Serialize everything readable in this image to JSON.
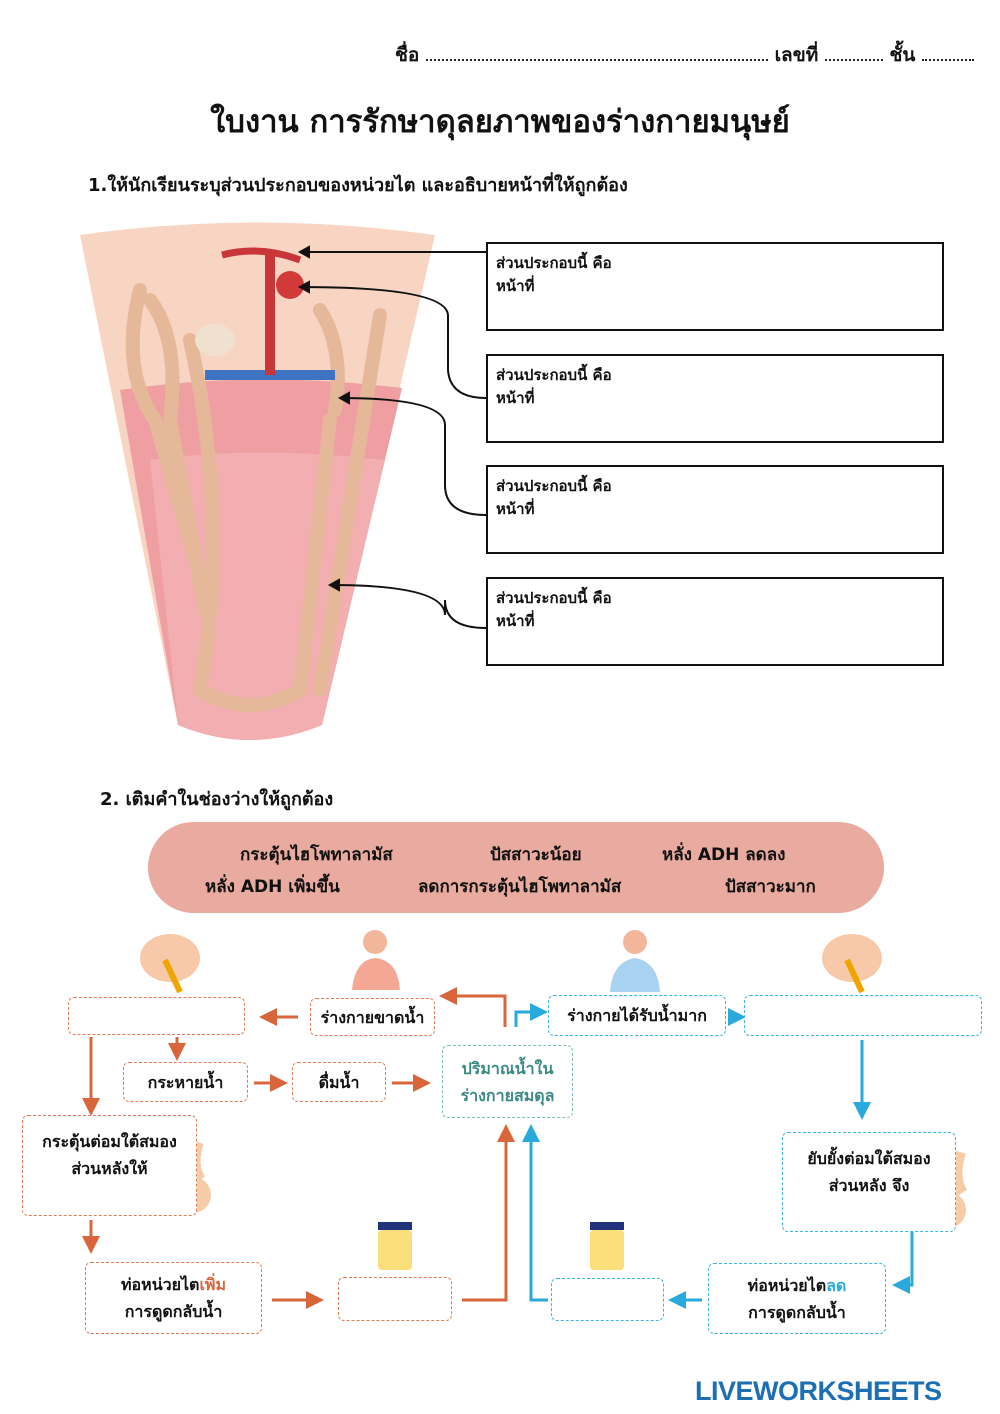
{
  "header": {
    "name_label": "ชื่อ",
    "number_label": "เลขที่",
    "class_label": "ชั้น"
  },
  "title": "ใบงาน การรักษาดุลยภาพของร่างกายมนุษย์",
  "q1": {
    "prompt": "1.ให้นักเรียนระบุส่วนประกอบของหน่วยไต และอธิบายหน้าที่ให้ถูกต้อง",
    "boxes": [
      {
        "part": "ส่วนประกอบนี้ คือ",
        "function": "หน้าที่"
      },
      {
        "part": "ส่วนประกอบนี้ คือ",
        "function": "หน้าที่"
      },
      {
        "part": "ส่วนประกอบนี้ คือ",
        "function": "หน้าที่"
      },
      {
        "part": "ส่วนประกอบนี้ คือ",
        "function": "หน้าที่"
      }
    ]
  },
  "q2": {
    "prompt": "2. เติมคำในช่องว่างให้ถูกต้อง",
    "word_bank": [
      "กระตุ้นไฮโพทาลามัส",
      "ปัสสาวะน้อย",
      "หลั่ง ADH ลดลง",
      "หลั่ง ADH เพิ่มขึ้น",
      "ลดการกระตุ้นไฮโพทาลามัส",
      "ปัสสาวะมาก"
    ],
    "flow": {
      "dehydrated": "ร่างกายขาดน้ำ",
      "thirst": "กระหายน้ำ",
      "drink": "ดื่มน้ำ",
      "balance_1": "ปริมาณน้ำใน",
      "balance_2": "ร่างกายสมดุล",
      "stimulate_1": "กระตุ้นต่อมใต้สมอง",
      "stimulate_2": "ส่วนหลังให้",
      "tubule_inc_1": "ท่อหน่วยไต",
      "tubule_inc_highlight": "เพิ่ม",
      "tubule_inc_2": "การดูดกลับน้ำ",
      "much_water": "ร่างกายได้รับน้ำมาก",
      "inhibit_1": "ยับยั้งต่อมใต้สมอง",
      "inhibit_2": "ส่วนหลัง จึง",
      "tubule_dec_1": "ท่อหน่วยไต",
      "tubule_dec_highlight": "ลด",
      "tubule_dec_2": "การดูดกลับน้ำ"
    }
  },
  "colors": {
    "orange": "#d9653b",
    "blue": "#2aa9dc",
    "teal": "#3a8a85",
    "bank": "#e9aa9f"
  },
  "logo": "LIVEWORKSHEETS"
}
